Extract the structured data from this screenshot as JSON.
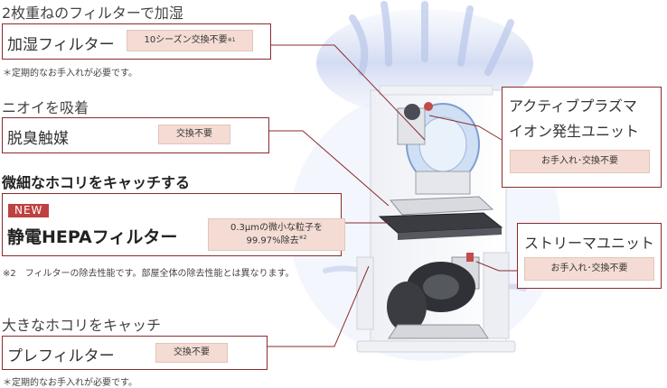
{
  "humidify": {
    "heading": "2枚重ねのフィルターで加湿",
    "label": "加湿フィルター",
    "tag": "10シーズン交換不要",
    "tag_mark": "※1",
    "note": "＊定期的なお手入れが必要です。"
  },
  "deodor": {
    "heading": "ニオイを吸着",
    "label": "脱臭触媒",
    "tag": "交換不要"
  },
  "hepa": {
    "heading": "微細なホコリをキャッチする",
    "badge": "NEW",
    "label": "静電HEPAフィルター",
    "tag_line1": "0.3μmの微小な粒子を",
    "tag_line2": "99.97%除去",
    "tag_mark": "※2",
    "note": "※2　フィルターの除去性能です。部屋全体の除去性能とは異なります。"
  },
  "prefilter": {
    "heading": "大きなホコリをキャッチ",
    "label": "プレフィルター",
    "tag": "交換不要",
    "note": "＊定期的なお手入れが必要です。"
  },
  "plasma": {
    "label_line1": "アクティブプラズマ",
    "label_line2": "イオン発生ユニット",
    "tag": "お手入れ･交換不要"
  },
  "streamer": {
    "label": "ストリーマユニット",
    "tag": "お手入れ･交換不要"
  },
  "colors": {
    "frame": "#8a2c2c",
    "tag_bg": "#f4dcd4",
    "badge": "#c04141"
  }
}
